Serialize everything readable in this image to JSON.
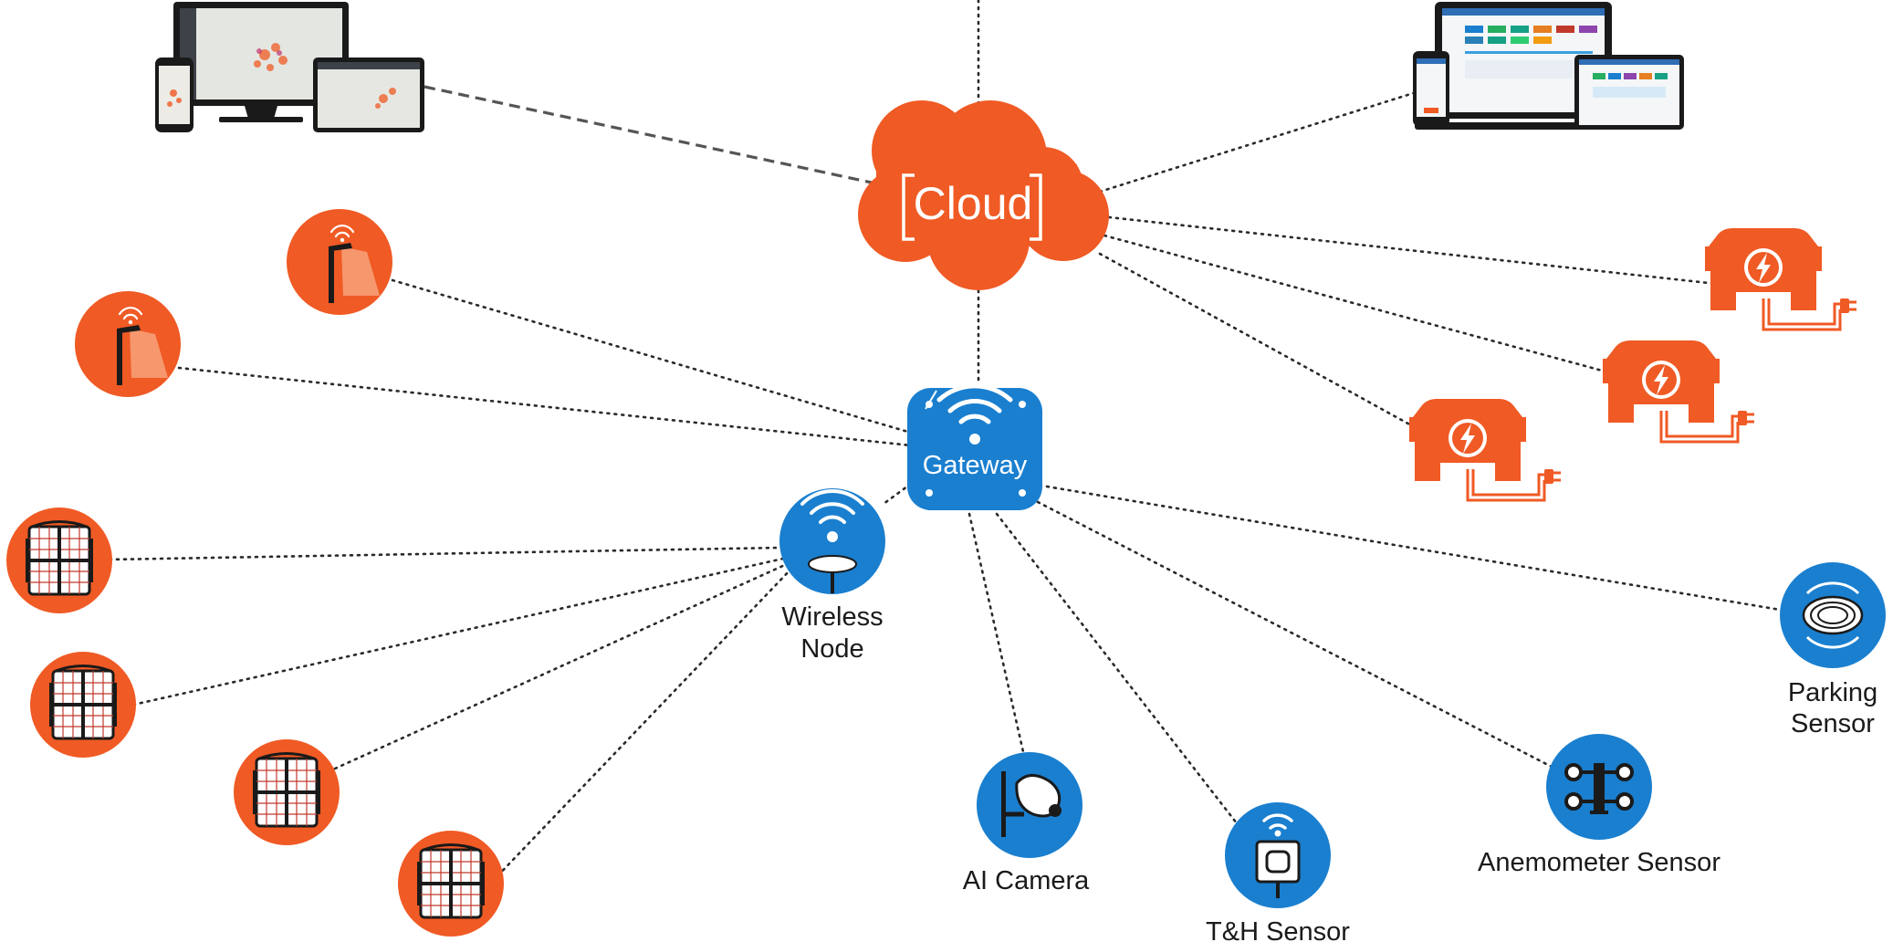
{
  "colors": {
    "orange": "#f05a24",
    "blue": "#1a7fcf",
    "dark": "#1a1a1a",
    "grid": "#c0392b"
  },
  "cloud": {
    "label": "Cloud",
    "icon": "cloud-icon"
  },
  "gateway": {
    "label": "Gateway",
    "icon": "wifi-icon"
  },
  "wireless_node": {
    "label_line1": "Wireless",
    "label_line2": "Node",
    "icon": "wireless-node-icon"
  },
  "ai_camera": {
    "label": "AI Camera",
    "icon": "camera-icon"
  },
  "th_sensor": {
    "label": "T&H Sensor",
    "icon": "thermometer-sensor-icon"
  },
  "anemometer_sensor": {
    "label": "Anemometer Sensor",
    "icon": "anemometer-icon"
  },
  "parking_sensor": {
    "label_line1": "Parking",
    "label_line2": "Sensor",
    "icon": "parking-sensor-icon"
  },
  "street_lights": [
    {
      "icon": "street-light-icon"
    },
    {
      "icon": "street-light-icon"
    }
  ],
  "flood_lights": [
    {
      "icon": "flood-light-icon"
    },
    {
      "icon": "flood-light-icon"
    },
    {
      "icon": "flood-light-icon"
    },
    {
      "icon": "flood-light-icon"
    }
  ],
  "ev_chargers": [
    {
      "icon": "ev-charger-icon"
    },
    {
      "icon": "ev-charger-icon"
    },
    {
      "icon": "ev-charger-icon"
    }
  ],
  "devices": [
    {
      "icon": "map-dashboard-devices-icon"
    },
    {
      "icon": "analytics-dashboard-devices-icon"
    }
  ]
}
